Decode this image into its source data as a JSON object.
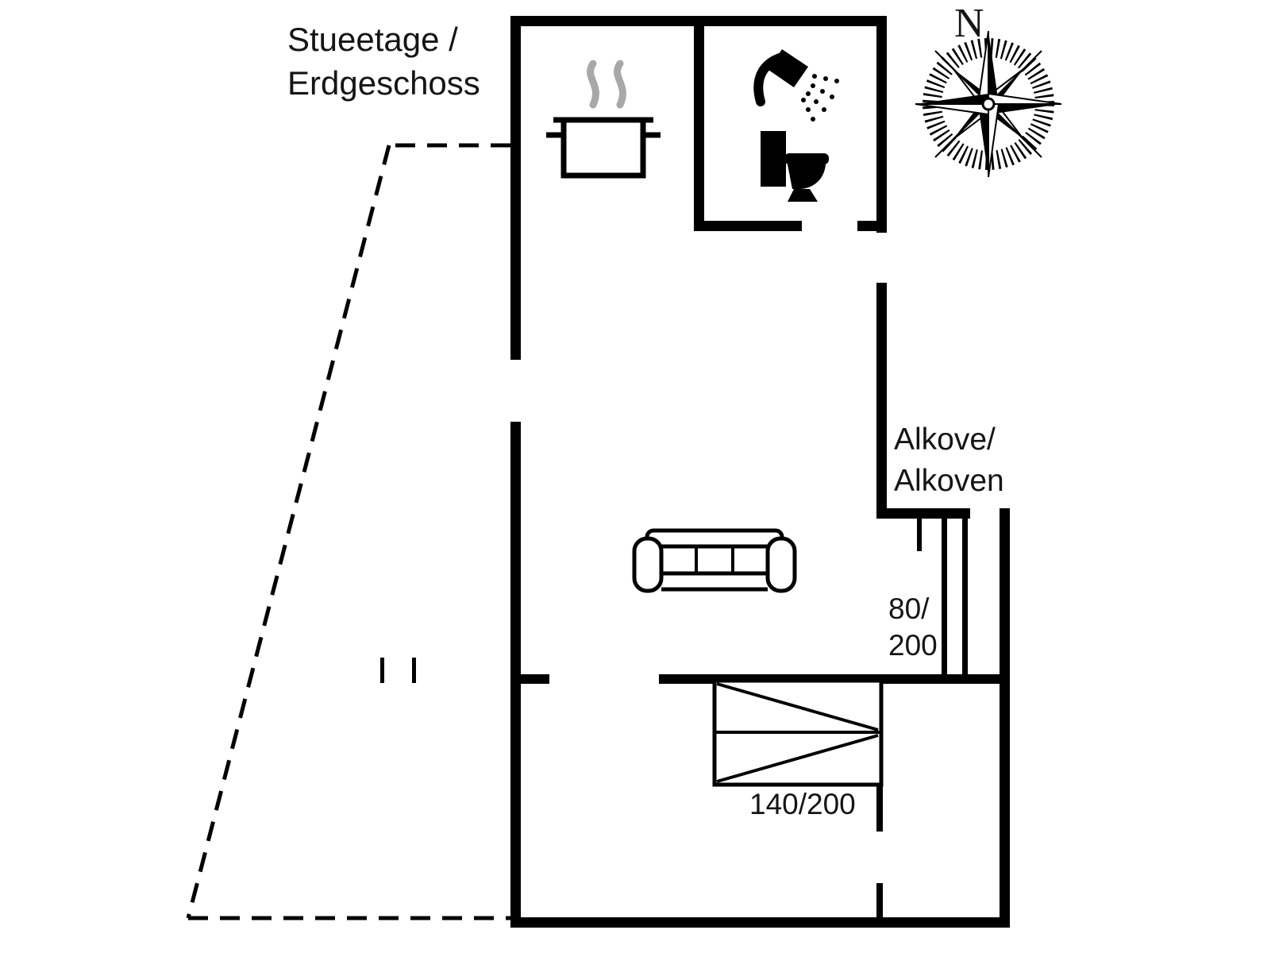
{
  "document": {
    "type": "floor-plan"
  },
  "labels": {
    "floor": {
      "line1": "Stueetage /",
      "line2": "Erdgeschoss"
    },
    "alcove": {
      "line1": "Alkove/",
      "line2": "Alkoven"
    },
    "bed_small": {
      "line1": "80/",
      "line2": "200"
    },
    "bed_large": "140/200",
    "compass_north": "N"
  },
  "icons": {
    "kitchen": "cooking-pot-icon",
    "bathroom_shower": "shower-icon",
    "bathroom_toilet": "toilet-icon",
    "living_room": "sofa-icon",
    "orientation": "compass-rose-icon"
  },
  "colors": {
    "walls": "#000000",
    "steam": "#a8a8a8",
    "background": "#ffffff",
    "text": "#151515"
  }
}
